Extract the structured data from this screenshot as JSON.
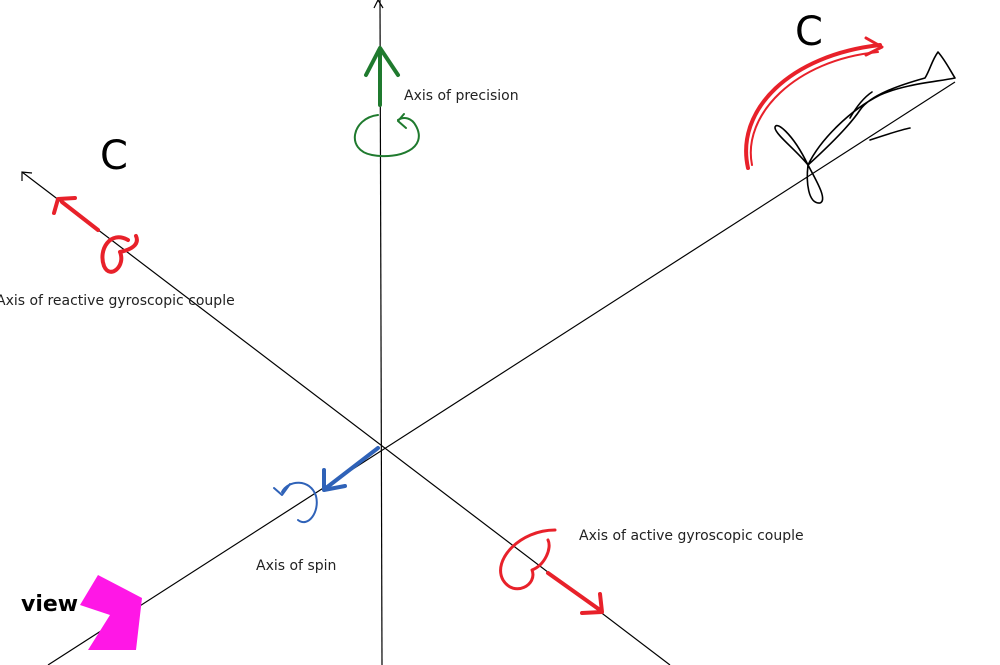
{
  "labels": {
    "precision": "Axis of precision",
    "reactive": "Axis of reactive gyroscopic couple",
    "active": "Axis of active gyroscopic couple",
    "spin": "Axis of spin",
    "view": "view",
    "c_left": "C",
    "c_right": "C"
  },
  "colors": {
    "axis": "#000000",
    "precision_arrow": "#1f7a2e",
    "couple_arrow": "#e8212a",
    "spin_arrow": "#2f62b8",
    "view_arrow": "#ff17e6",
    "propeller": "#000000"
  }
}
